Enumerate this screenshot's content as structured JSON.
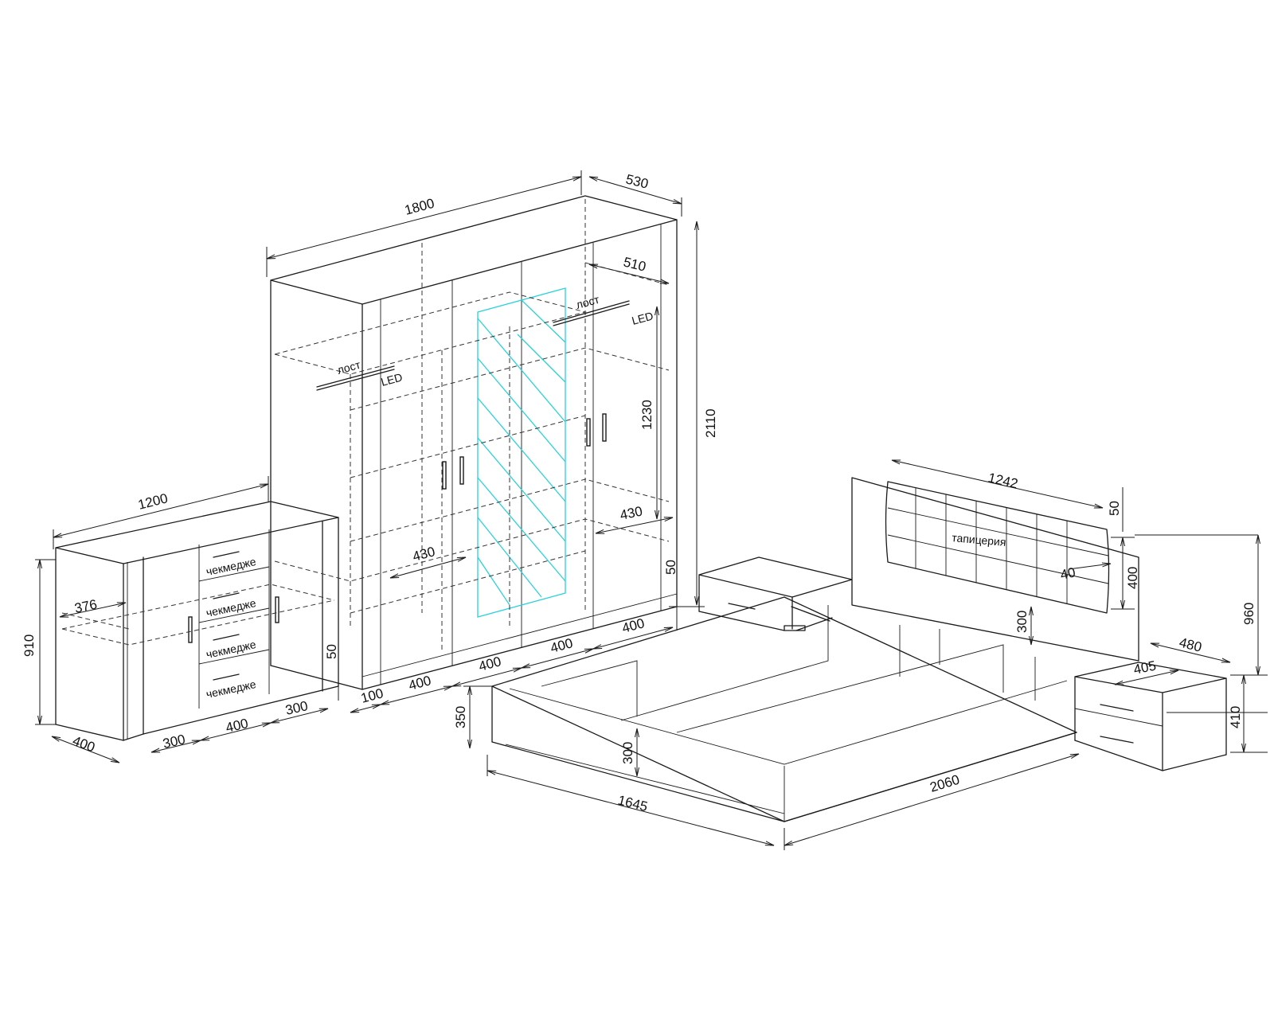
{
  "colors": {
    "line": "#1a1a1a",
    "glass": "#2ad1dc",
    "background": "#ffffff"
  },
  "labels": {
    "rod": "лост",
    "led": "LED",
    "drawer": "чекмедже",
    "upholstery": "тапицерия"
  },
  "wardrobe": {
    "width": "1800",
    "depth": "530",
    "height": "2110",
    "inner_depth": "510",
    "hanging_height": "1230",
    "shelf_depth_right": "430",
    "shelf_depth_left": "430",
    "plinth_right": "50",
    "plinth_left": "50",
    "module_1": "100",
    "module_2": "400",
    "module_3": "400",
    "module_4": "400",
    "module_5": "400"
  },
  "chest": {
    "width": "1200",
    "height": "910",
    "depth": "400",
    "shelf_depth": "376",
    "section_1": "300",
    "section_2": "400",
    "section_3": "300"
  },
  "bed": {
    "width": "1645",
    "length": "2060",
    "height": "350",
    "base_height": "300",
    "headboard_rise": "300",
    "headboard_width": "1242",
    "headboard_top": "50",
    "headboard_pad": "400",
    "headboard_offset": "40",
    "total_height": "960"
  },
  "nightstand": {
    "width": "480",
    "depth": "405",
    "height": "410"
  }
}
